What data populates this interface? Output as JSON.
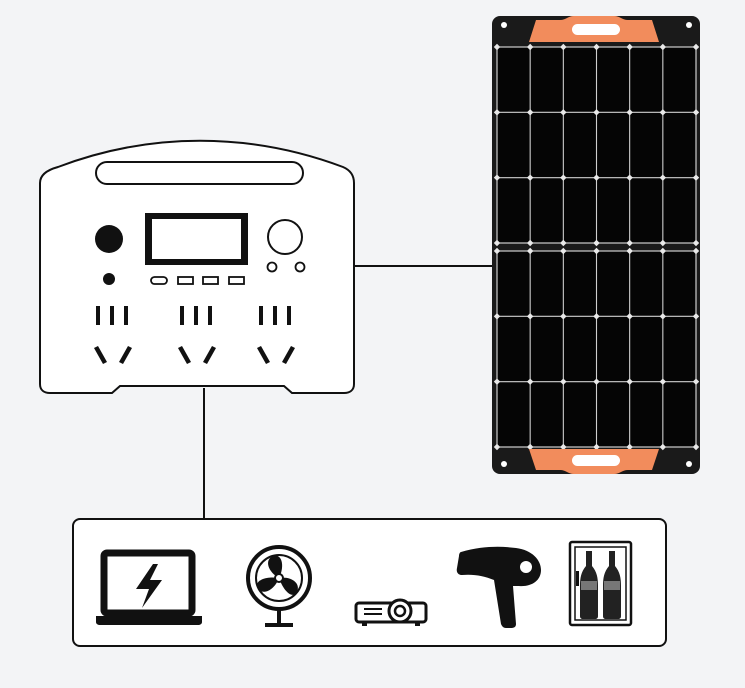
{
  "diagram": {
    "nodes": [
      {
        "id": "power-station",
        "kind": "portable-power-station"
      },
      {
        "id": "solar-panel",
        "kind": "foldable-solar-panel",
        "panels": 2,
        "rows_per_panel": 3,
        "cols_per_panel": 6
      },
      {
        "id": "devices",
        "kind": "device-group"
      }
    ],
    "edges": [
      {
        "from": "power-station",
        "to": "solar-panel"
      },
      {
        "from": "power-station",
        "to": "devices"
      }
    ],
    "devices": [
      {
        "icon": "laptop-charging-icon"
      },
      {
        "icon": "desk-fan-icon"
      },
      {
        "icon": "projector-icon"
      },
      {
        "icon": "hair-dryer-icon"
      },
      {
        "icon": "mini-fridge-icon"
      }
    ],
    "colors": {
      "background": "#f3f4f6",
      "outline": "#111111",
      "panel_frame": "#1a1a1a",
      "cell": "#050505",
      "cell_line": "#cfcfcf",
      "handle": "#f28c5c",
      "fill": "#ffffff"
    }
  }
}
